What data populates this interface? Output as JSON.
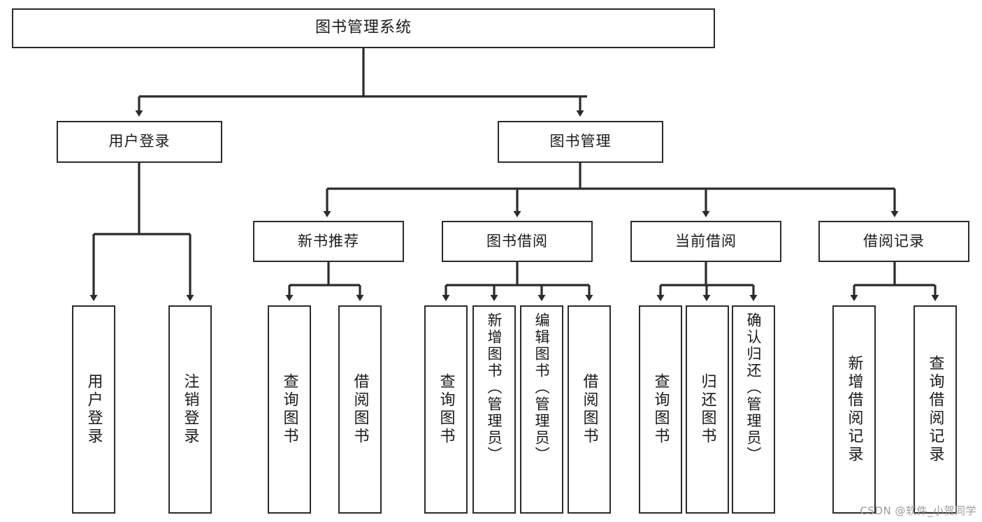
{
  "diagram": {
    "title": "图书管理系统",
    "type": "tree-hierarchy",
    "watermark": "CSDN @软件_小贺同学",
    "colors": {
      "box_border": "#2b2b2b",
      "box_fill": "#ffffff",
      "edge": "#2b2b2b",
      "text": "#1a1a1a",
      "watermark": "#9b9b9b",
      "background": "#ffffff"
    },
    "root": {
      "label": "图书管理系统"
    },
    "level2": [
      {
        "id": "user-login",
        "label": "用户登录"
      },
      {
        "id": "book-manage",
        "label": "图书管理"
      }
    ],
    "level3": [
      {
        "id": "new-book-recommend",
        "label": "新书推荐"
      },
      {
        "id": "book-borrow",
        "label": "图书借阅"
      },
      {
        "id": "current-borrow",
        "label": "当前借阅"
      },
      {
        "id": "borrow-record",
        "label": "借阅记录"
      }
    ],
    "leaves": {
      "user_login": [
        {
          "id": "leaf-user-login",
          "label": "用户登录"
        },
        {
          "id": "leaf-user-logout",
          "label": "注销登录"
        }
      ],
      "new_book_recommend": [
        {
          "id": "leaf-query-book-1",
          "label": "查询图书"
        },
        {
          "id": "leaf-borrow-book-1",
          "label": "借阅图书"
        }
      ],
      "book_borrow": [
        {
          "id": "leaf-query-book-2",
          "label": "查询图书"
        },
        {
          "id": "leaf-add-book",
          "label": "新增图书（管理员）"
        },
        {
          "id": "leaf-edit-book",
          "label": "编辑图书（管理员）"
        },
        {
          "id": "leaf-borrow-book-2",
          "label": "借阅图书"
        }
      ],
      "current_borrow": [
        {
          "id": "leaf-query-book-3",
          "label": "查询图书"
        },
        {
          "id": "leaf-return-book",
          "label": "归还图书"
        },
        {
          "id": "leaf-confirm-return",
          "label": "确认归还（管理员）"
        }
      ],
      "borrow_record": [
        {
          "id": "leaf-add-record",
          "label": "新增借阅记录"
        },
        {
          "id": "leaf-query-record",
          "label": "查询借阅记录"
        }
      ]
    }
  }
}
